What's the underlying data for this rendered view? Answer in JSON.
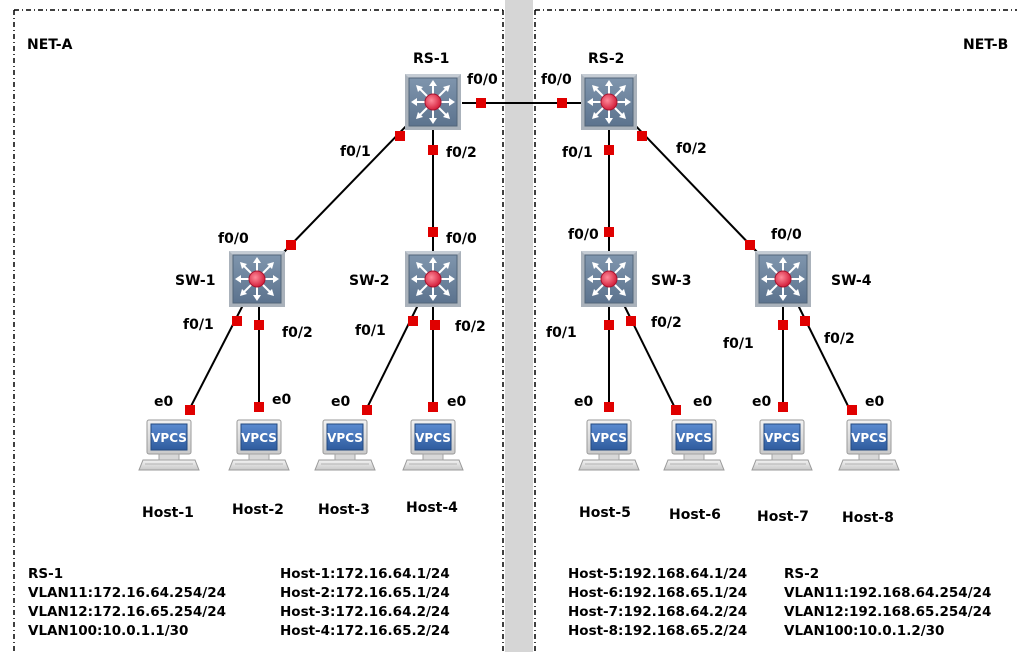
{
  "zones": {
    "left": "NET-A",
    "right": "NET-B"
  },
  "devices": {
    "rs1": {
      "name": "RS-1",
      "type": "multilayer-switch"
    },
    "rs2": {
      "name": "RS-2",
      "type": "multilayer-switch"
    },
    "sw1": {
      "name": "SW-1",
      "type": "multilayer-switch"
    },
    "sw2": {
      "name": "SW-2",
      "type": "multilayer-switch"
    },
    "sw3": {
      "name": "SW-3",
      "type": "multilayer-switch"
    },
    "sw4": {
      "name": "SW-4",
      "type": "multilayer-switch"
    }
  },
  "hosts": [
    {
      "name": "Host-1",
      "screen": "VPCS",
      "port": "e0"
    },
    {
      "name": "Host-2",
      "screen": "VPCS",
      "port": "e0"
    },
    {
      "name": "Host-3",
      "screen": "VPCS",
      "port": "e0"
    },
    {
      "name": "Host-4",
      "screen": "VPCS",
      "port": "e0"
    },
    {
      "name": "Host-5",
      "screen": "VPCS",
      "port": "e0"
    },
    {
      "name": "Host-6",
      "screen": "VPCS",
      "port": "e0"
    },
    {
      "name": "Host-7",
      "screen": "VPCS",
      "port": "e0"
    },
    {
      "name": "Host-8",
      "screen": "VPCS",
      "port": "e0"
    }
  ],
  "ports": {
    "rs1_f00": "f0/0",
    "rs1_f01": "f0/1",
    "rs1_f02": "f0/2",
    "rs2_f00": "f0/0",
    "rs2_f01": "f0/1",
    "rs2_f02": "f0/2",
    "sw1_f00": "f0/0",
    "sw1_f01": "f0/1",
    "sw1_f02": "f0/2",
    "sw2_f00": "f0/0",
    "sw2_f01": "f0/1",
    "sw2_f02": "f0/2",
    "sw3_f00": "f0/0",
    "sw3_f01": "f0/1",
    "sw3_f02": "f0/2",
    "sw4_f00": "f0/0",
    "sw4_f01": "f0/1",
    "sw4_f02": "f0/2"
  },
  "info": {
    "rs1": [
      "RS-1",
      "VLAN11:172.16.64.254/24",
      "VLAN12:172.16.65.254/24",
      "VLAN100:10.0.1.1/30"
    ],
    "net_a_hosts": [
      "Host-1:172.16.64.1/24",
      "Host-2:172.16.65.1/24",
      "Host-3:172.16.64.2/24",
      "Host-4:172.16.65.2/24"
    ],
    "net_b_hosts": [
      "Host-5:192.168.64.1/24",
      "Host-6:192.168.65.1/24",
      "Host-7:192.168.64.2/24",
      "Host-8:192.168.65.2/24"
    ],
    "rs2": [
      "RS-2",
      "VLAN11:192.168.64.254/24",
      "VLAN12:192.168.65.254/24",
      "VLAN100:10.0.1.2/30"
    ]
  },
  "colors": {
    "link": "#000000",
    "port_marker": "#e00000",
    "switch_body": "#7f95ad",
    "switch_center": "#e23a52",
    "separator": "#d6d6d6",
    "vpcs_screen": "#3f6fb4"
  }
}
